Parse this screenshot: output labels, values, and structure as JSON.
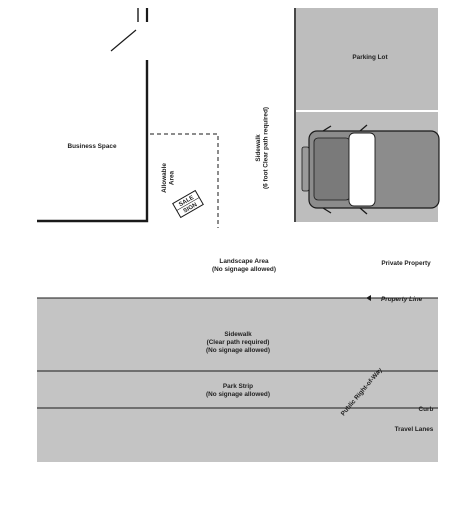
{
  "labels": {
    "business_space": "Business Space",
    "allowable_area": [
      "Allowable",
      "Area"
    ],
    "sign": [
      "SALE",
      "SIGN"
    ],
    "sidewalk_private": [
      "Sidewalk",
      "(6 foot Clear path required)"
    ],
    "parking_lot": "Parking Lot",
    "landscape_area": [
      "Landscape Area",
      "(No signage allowed)"
    ],
    "private_property": "Private Property",
    "property_line": "Property Line",
    "sidewalk_public": [
      "Sidewalk",
      "(Clear path required)",
      "(No signage allowed)"
    ],
    "park_strip": [
      "Park Strip",
      "(No signage allowed)"
    ],
    "public_row": "Public Right-of-Way",
    "curb": "Curb",
    "travel_lanes": "Travel Lanes"
  },
  "colors": {
    "parking_fill": "#bdbdbd",
    "street_fill": "#c4c4c4",
    "car_fill": "#8c8c8c",
    "line": "#1a1a1a"
  }
}
